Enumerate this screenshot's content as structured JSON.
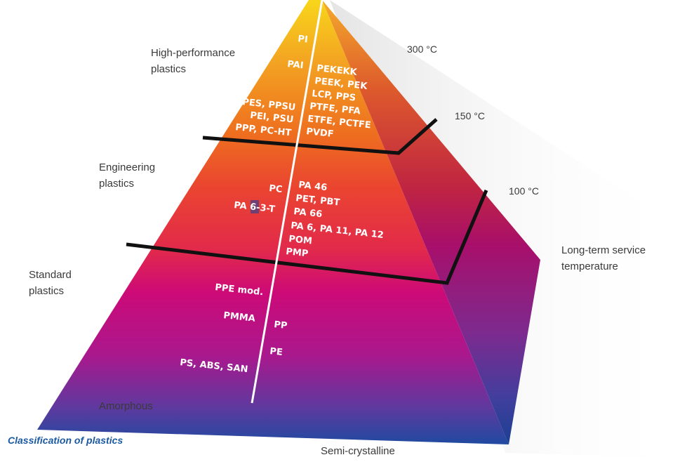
{
  "levels": {
    "high": "High-performance\nplastics",
    "engineering": "Engineering\nplastics",
    "standard": "Standard\nplastics"
  },
  "temperatures": {
    "t300": "300 °C",
    "t150": "150 °C",
    "t100": "100 °C"
  },
  "axis_note": "Long-term service\ntemperature",
  "bottom": {
    "amorphous": "Amorphous",
    "semicrystalline": "Semi-crystalline"
  },
  "caption": "Classification of plastics",
  "plastics": {
    "high_amorphous": [
      "PI",
      "PAI",
      "PES, PPSU",
      "PEI, PSU",
      "PPP, PC-HT"
    ],
    "high_semicrystalline": [
      "PEKEKK",
      "PEEK, PEK",
      "LCP, PPS",
      "PTFE, PFA",
      "ETFE, PCTFE",
      "PVDF"
    ],
    "engineering_amorphous": [
      "PC",
      "PA 6-3-T"
    ],
    "engineering_semicrystalline": [
      "PA 46",
      "PET, PBT",
      "PA 66",
      "PA 6, PA 11, PA 12",
      "POM",
      "PMP"
    ],
    "standard_amorphous": [
      "PPE mod.",
      "PMMA",
      "PS, ABS, SAN"
    ],
    "standard_semicrystalline": [
      "PP",
      "PE"
    ]
  },
  "colors": {
    "accent_blue": "#1c5aa0",
    "top_yellow": "#f7d21a",
    "orange": "#ef7a1f",
    "red": "#e8363d",
    "magenta": "#c5097a",
    "blue": "#24499c"
  }
}
